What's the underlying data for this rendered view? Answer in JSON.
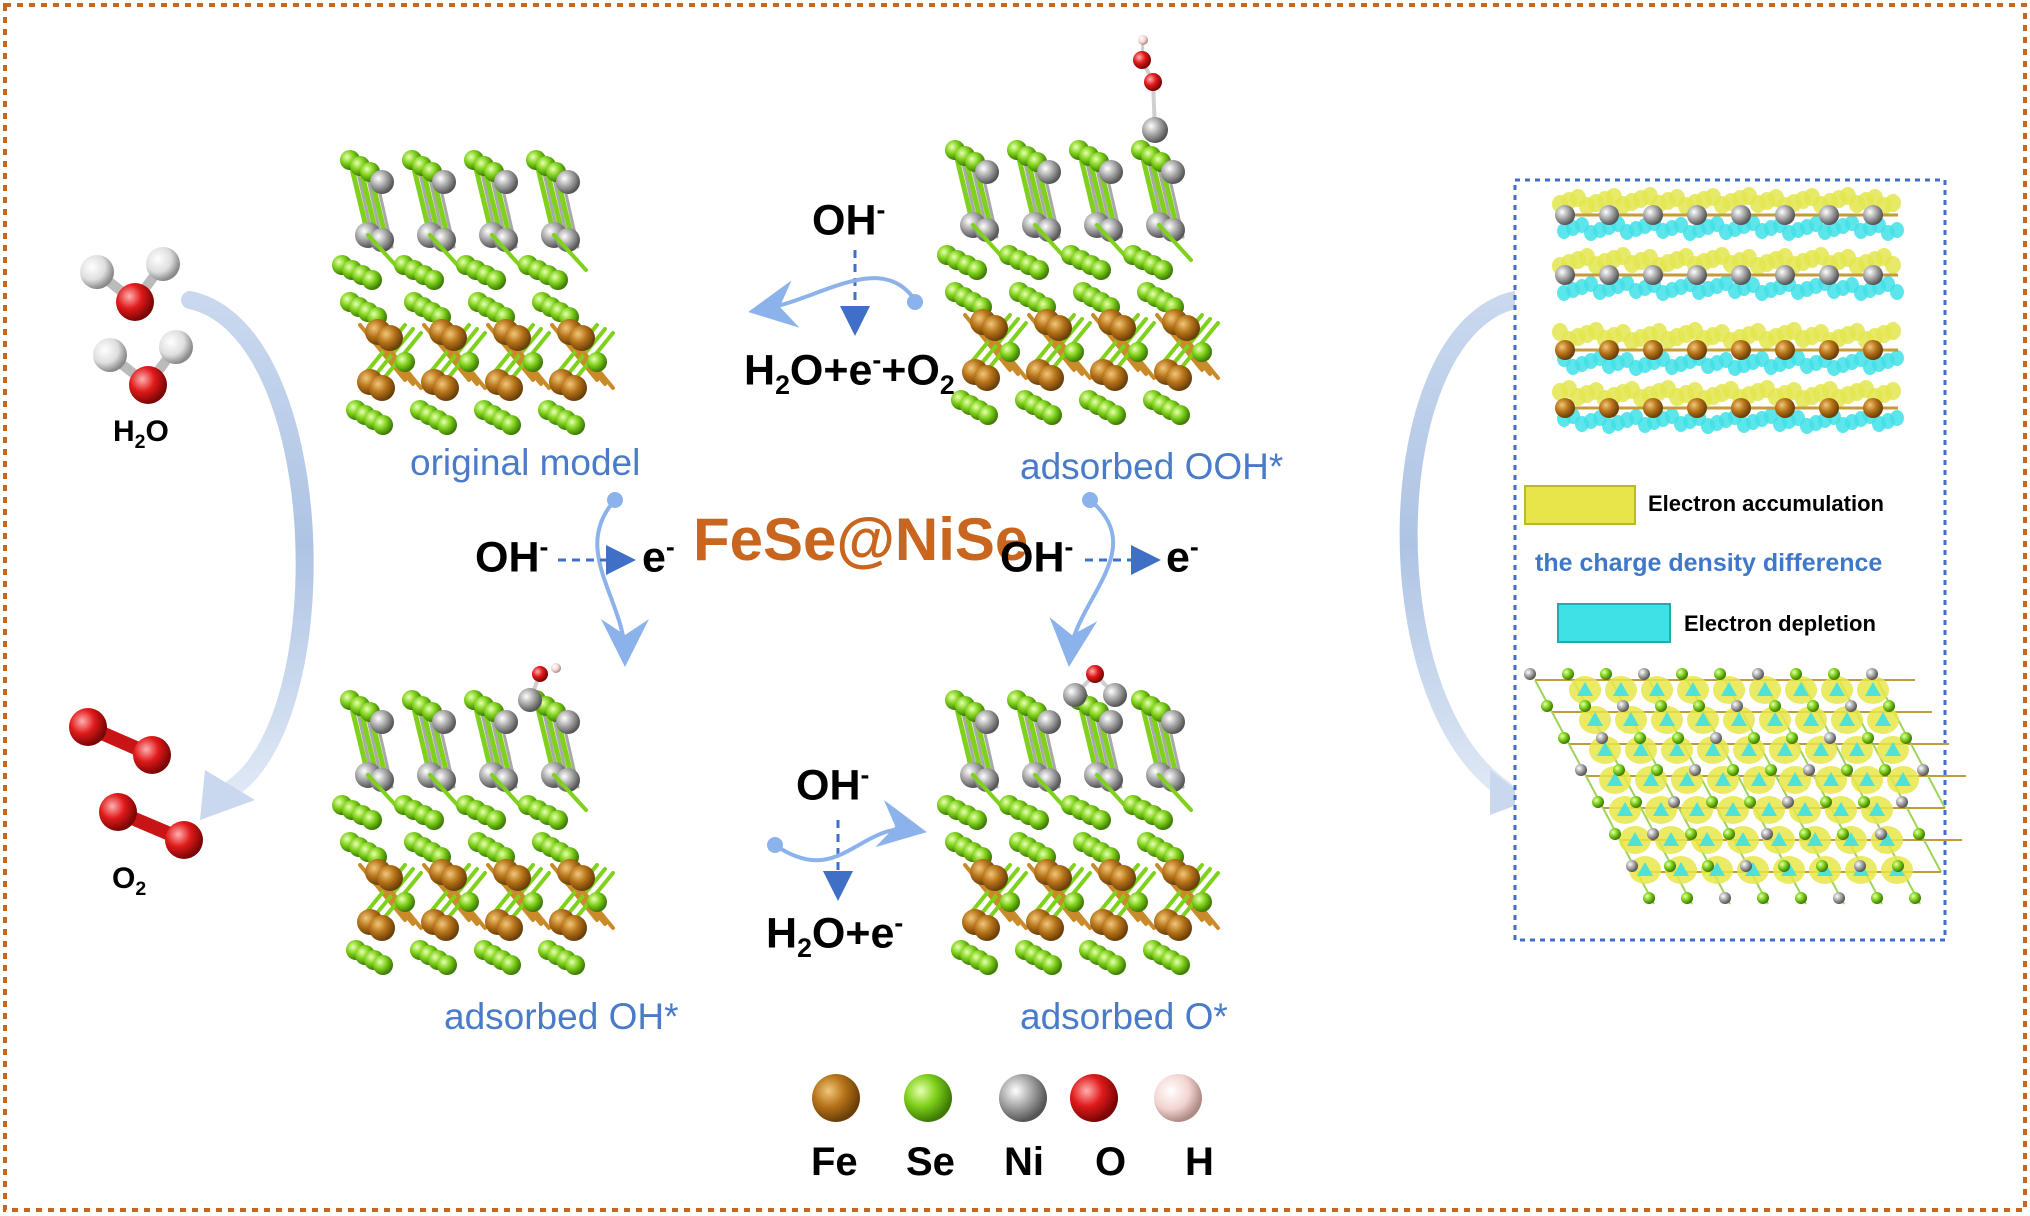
{
  "title": "FeSe@NiSe",
  "models": {
    "original": "original model",
    "ooh": "adsorbed OOH*",
    "oh": "adsorbed OH*",
    "o": "adsorbed O*"
  },
  "reactions": {
    "top_reactant": "OH",
    "top_product_h2o": "H",
    "top_product_mid": "O+e",
    "top_product_plus": "+O",
    "left_reactant": "OH",
    "left_product": "e",
    "right_reactant": "OH",
    "right_product": "e",
    "bottom_reactant": "OH",
    "bottom_product_h": "H",
    "bottom_product_rest": "O+e",
    "minus": "-",
    "two": "2"
  },
  "side": {
    "water_label": "H",
    "water_label_tail": "O",
    "oxygen_label": "O",
    "sub2": "2"
  },
  "charge_density": {
    "accumulation": "Electron accumulation",
    "title": "the charge density difference",
    "depletion": "Electron depletion"
  },
  "legend": [
    {
      "symbol": "Fe",
      "color": "#b8741a"
    },
    {
      "symbol": "Se",
      "color": "#7fd11b"
    },
    {
      "symbol": "Ni",
      "color": "#a9a9a9"
    },
    {
      "symbol": "O",
      "color": "#e01a1a"
    },
    {
      "symbol": "H",
      "color": "#f2d3cf"
    }
  ],
  "colors": {
    "frame": "#c8651e",
    "arrow": "#7aa6e8",
    "fe": "#b8741a",
    "se": "#7fd11b",
    "ni": "#a9a9a9",
    "o": "#e01a1a",
    "h": "#f2d3cf",
    "accumulation": "#e6e64a",
    "depletion": "#3fe0e6"
  }
}
